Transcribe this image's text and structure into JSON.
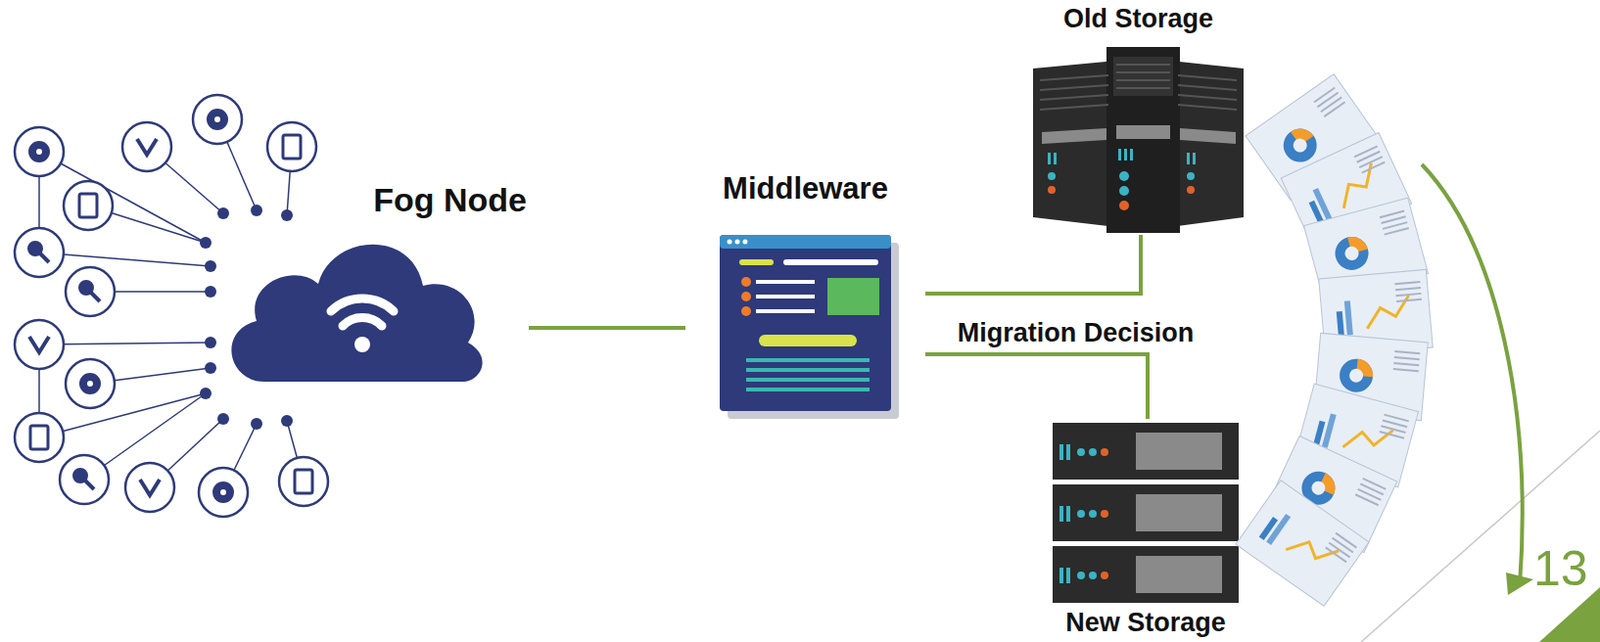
{
  "diagram": {
    "nodes": [
      {
        "text": [
          "Fog Node"
        ]
      },
      {
        "text": [
          "Middleware"
        ]
      },
      {
        "text": [
          "Old Storage"
        ]
      },
      {
        "text": [
          "New Storage"
        ]
      }
    ],
    "edges": [
      {
        "from": 0,
        "to": 1,
        "arrow": "none"
      },
      {
        "from": 1,
        "to": 2,
        "arrow": "none"
      },
      {
        "from": 1,
        "to": 3,
        "label": "Migration Decision",
        "arrow": "none"
      }
    ],
    "labels": [
      "13"
    ]
  }
}
